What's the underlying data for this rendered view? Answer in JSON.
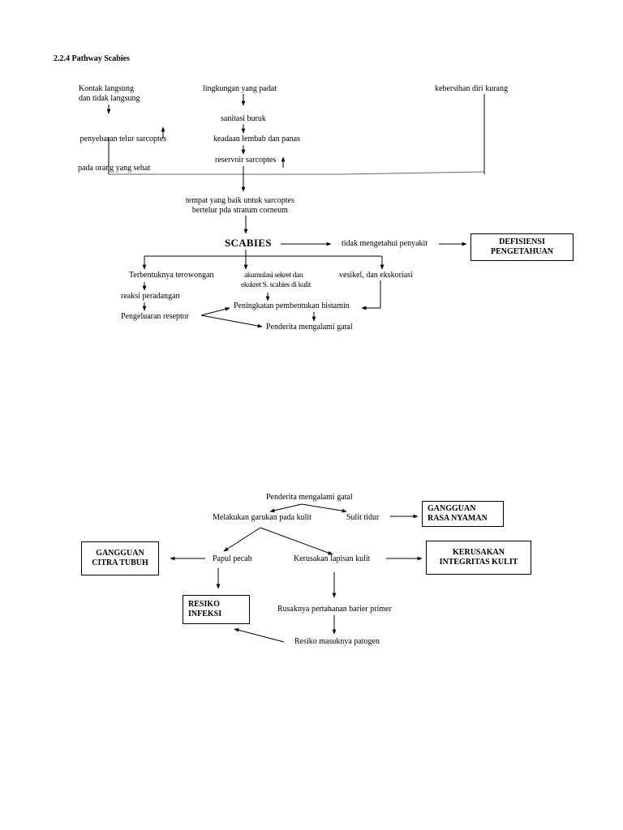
{
  "title": "2.2.4  Pathway Scabies",
  "nodes": {
    "kontak": [
      "Kontak langsung",
      "dan tidak langsung"
    ],
    "penyebaran": [
      " penyebaran telur sarcoptes",
      "pada orang yang sehat"
    ],
    "lingkungan": "lingkungan yang padat",
    "sanitasi": "sanitasi buruk",
    "keadaan": "keadaan lembab dan panas",
    "reservoir": "reservoir sarcoptes",
    "kebersihan": "kebersihan diri kurang",
    "tempat": [
      "tempat yang baik untuk sarcoptes",
      "bertelur pda stratum corneum"
    ],
    "scabies": "SCABIES",
    "tidak_tahu": "tidak mengetahui penyakit",
    "terowongan": "Terbentuknya terowongan",
    "akumulasi": [
      "akumulasi sekret dan",
      "ekskret S. scabies di kulit"
    ],
    "vesikel": "vesikel, dan ekskoriasi",
    "reaksi": "reaksi peradangan",
    "histamin": "Peningkatan pembentukan histamin",
    "reseptor": "Pengeluaran reseptor",
    "gatal1": "Penderita mengalami gatal",
    "gatal2": "Penderita mengalami gatal",
    "garukan": "Melakukan garukan pada kulit",
    "sulit_tidur": "Sulit tidur",
    "papul": "Papul pecah",
    "kerusakan_lapisan": "Kerusakan lapisan kulit",
    "rusaknya": "Rusaknya pertahanan barier primer",
    "patogen": "Resiko masuknya patogen"
  },
  "diagnoses": {
    "defisiensi": [
      "DEFISIENSI",
      "PENGETAHUAN"
    ],
    "rasa_nyaman": [
      "GANGGUAN",
      "RASA NYAMAN"
    ],
    "citra_tubuh": [
      "GANGGUAN",
      "CITRA TUBUH"
    ],
    "integritas": [
      "KERUSAKAN",
      "INTEGRITAS KULIT"
    ],
    "infeksi": [
      "RESIKO",
      "INFEKSI"
    ]
  }
}
